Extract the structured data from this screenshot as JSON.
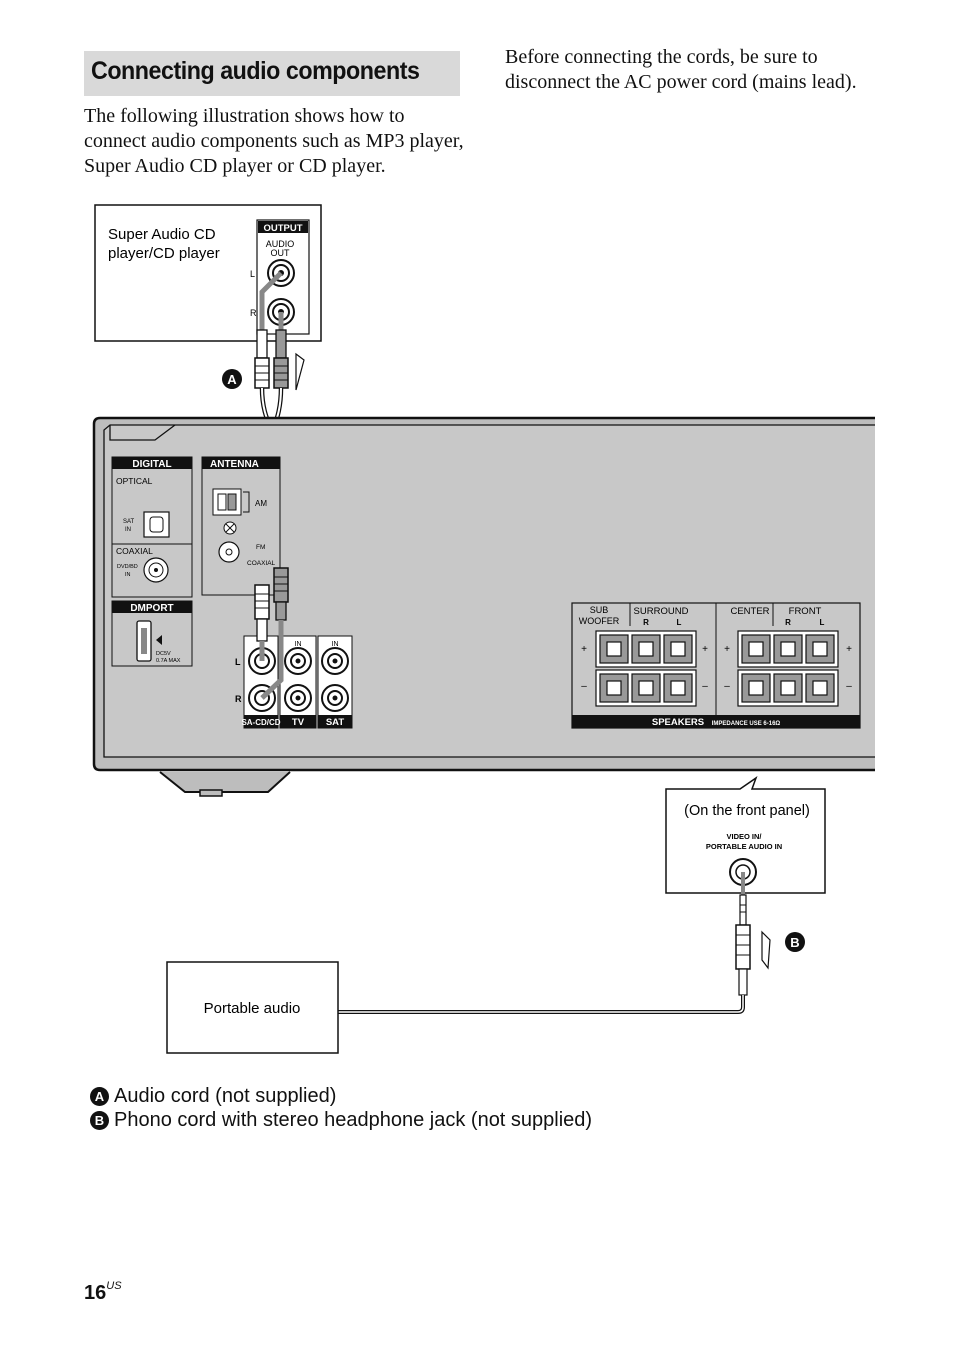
{
  "section_title": "Connecting audio components",
  "intro_text": "The following illustration shows how to connect audio components such as MP3 player, Super Audio CD player or CD player.",
  "note_text": "Before connecting the cords, be sure to disconnect the AC power cord (mains lead).",
  "diagram": {
    "sacd_box": {
      "line1": "Super Audio CD",
      "line2": "player/CD player",
      "output_label": "OUTPUT",
      "audio_label": "AUDIO",
      "out_label": "OUT",
      "left": "L",
      "right": "R"
    },
    "callout_a": "A",
    "callout_b": "B",
    "receiver": {
      "digital_label": "DIGITAL",
      "optical_label": "OPTICAL",
      "sat_label": "SAT",
      "in_label": "IN",
      "coaxial_label": "COAXIAL",
      "dvdbd_label": "DVD/BD",
      "antenna_label": "ANTENNA",
      "am_label": "AM",
      "fm_label": "FM",
      "coaxial_short": "COAXIAL",
      "dmport_label": "DMPORT",
      "dc_label": "DC5V",
      "dc_max": "0.7A MAX",
      "left": "L",
      "right": "R",
      "sacd_jack": "SA-CD/CD",
      "tv_jack": "TV",
      "sat_jack": "SAT",
      "sub_label": "SUB",
      "woofer_label": "WOOFER",
      "surround_label": "SURROUND",
      "center_label": "CENTER",
      "front_label": "FRONT",
      "speakers_label": "SPEAKERS",
      "impedance_label": "IMPEDANCE USE 6-16Ω"
    },
    "front_panel": {
      "caption": "(On the front panel)",
      "line1": "VIDEO IN/",
      "line2": "PORTABLE AUDIO IN"
    },
    "portable_label": "Portable audio"
  },
  "legend": [
    {
      "badge": "A",
      "text": "Audio cord (not supplied)"
    },
    {
      "badge": "B",
      "text": "Phono cord with stereo headphone jack (not supplied)"
    }
  ],
  "page_number": "16",
  "page_suffix": "US"
}
